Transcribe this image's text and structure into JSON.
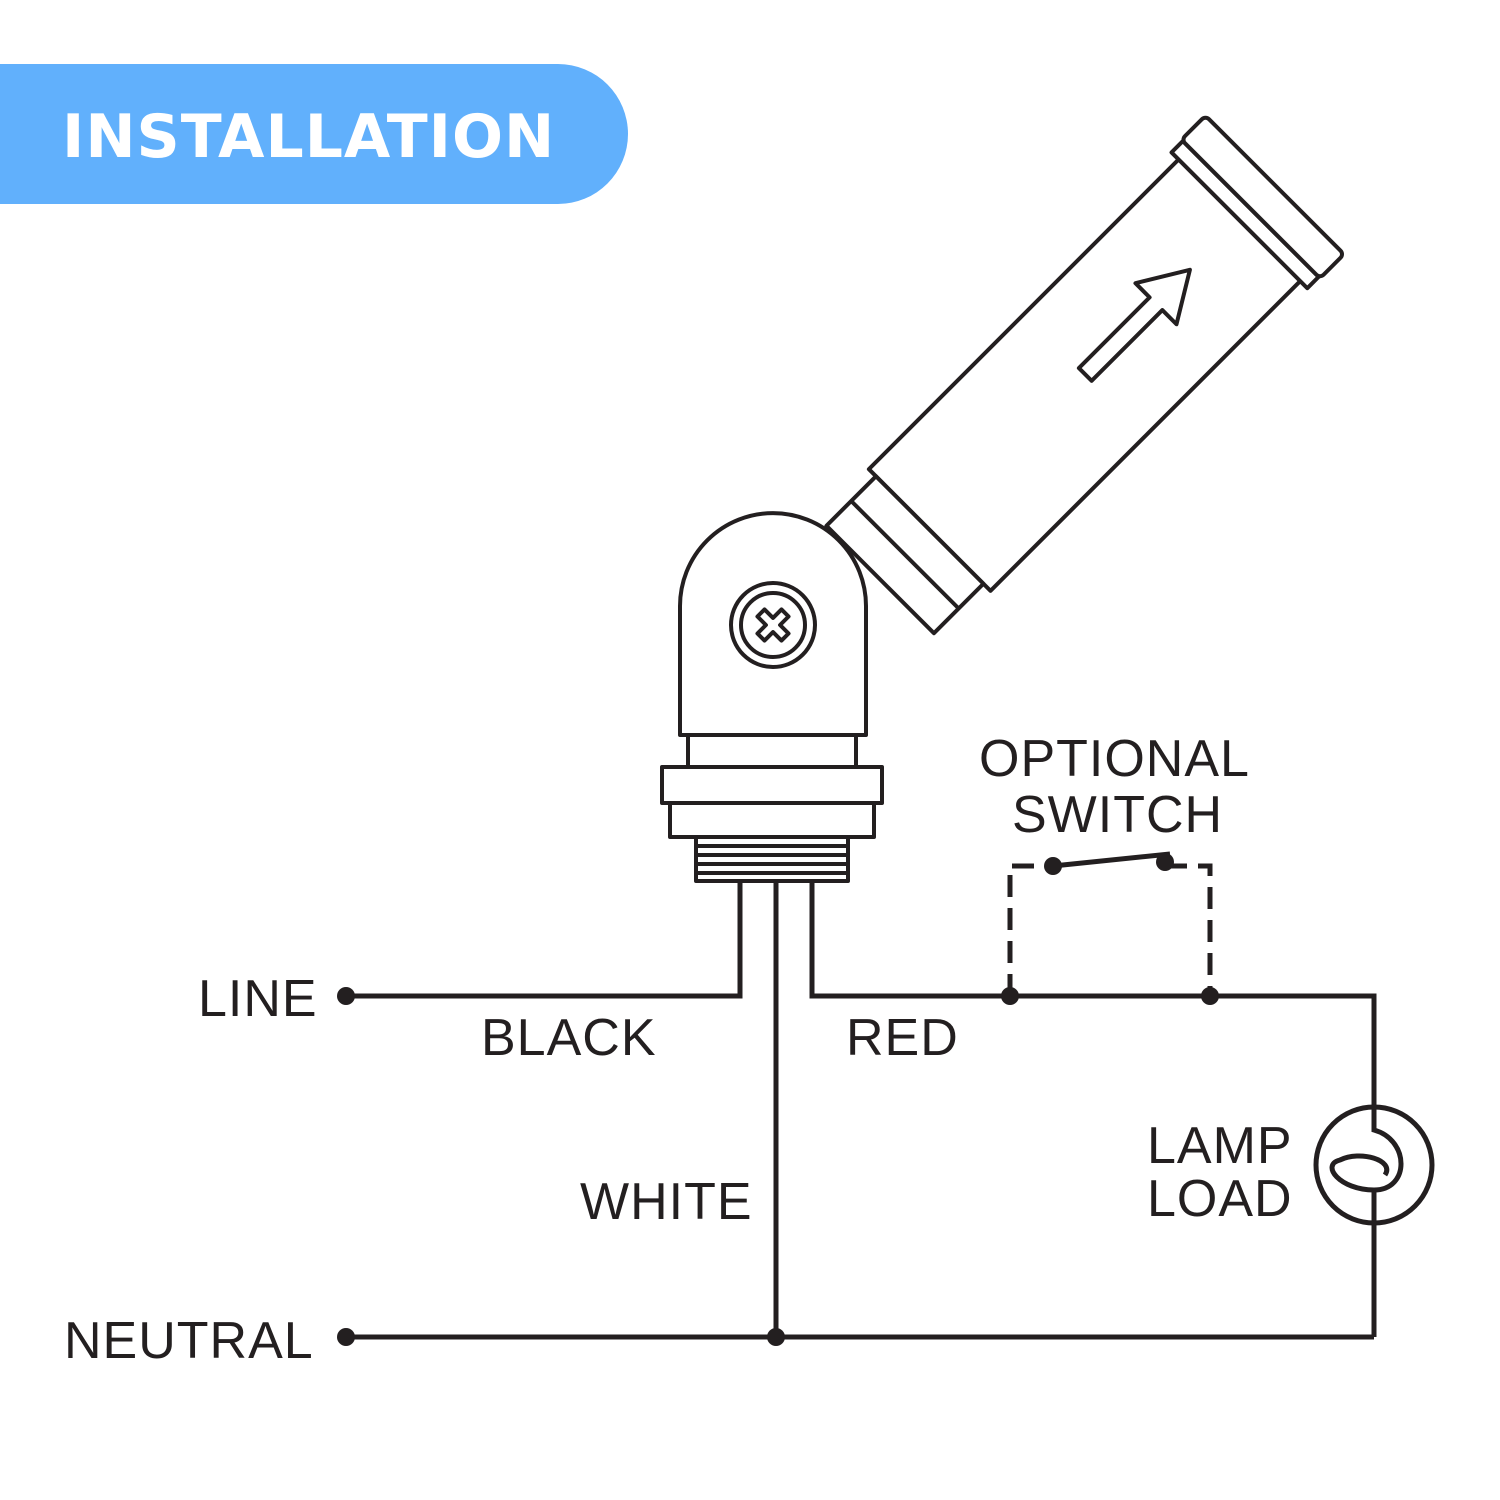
{
  "header": {
    "title": "INSTALLATION",
    "banner_color": "#61b0fc"
  },
  "labels": {
    "line": "LINE",
    "neutral": "NEUTRAL",
    "black": "BLACK",
    "red": "RED",
    "white": "WHITE",
    "switch_line1": "OPTIONAL",
    "switch_line2": "SWITCH",
    "lamp_line1": "LAMP",
    "lamp_line2": "LOAD"
  },
  "colors": {
    "ink": "#231f20",
    "background": "#ffffff"
  },
  "icons": {
    "device": "swivel-photocell-sensor",
    "screw": "phillips-screw-icon",
    "arrow": "direction-arrow-icon",
    "lamp": "lamp-symbol",
    "switch": "switch-symbol"
  }
}
